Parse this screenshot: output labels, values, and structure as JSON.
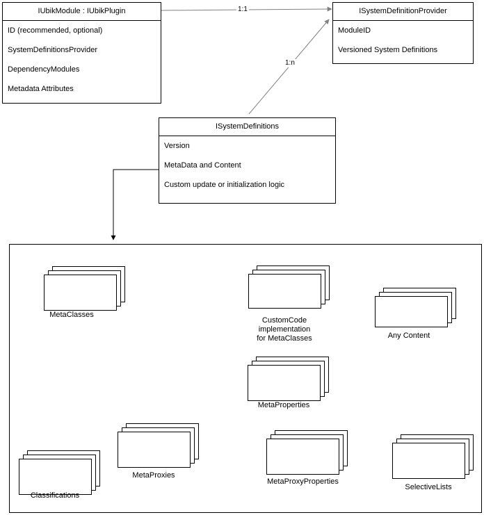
{
  "diagram": {
    "title": "Ubik module system definitions diagram",
    "classes": [
      {
        "id": "iubikmodule",
        "title": "IUbikModule : IUbikPlugin",
        "rows": [
          "ID (recommended, optional)",
          "SystemDefinitionsProvider",
          "DependencyModules",
          "Metadata Attributes"
        ]
      },
      {
        "id": "isystemdefinitionprovider",
        "title": "ISystemDefinitionProvider",
        "rows": [
          "ModuleID",
          "Versioned System Definitions"
        ]
      },
      {
        "id": "isystemdefinitions",
        "title": "ISystemDefinitions",
        "rows": [
          "Version",
          "MetaData and Content",
          "Custom update or initialization logic"
        ]
      }
    ],
    "edge_labels": [
      {
        "id": "one-to-one",
        "text": "1:1"
      },
      {
        "id": "one-to-n",
        "text": "1:n"
      }
    ],
    "stacks": [
      {
        "id": "metaclasses",
        "label": "MetaClasses"
      },
      {
        "id": "customcode",
        "label": "CustomCode\nimplementation\nfor MetaClasses"
      },
      {
        "id": "anycontent",
        "label": "Any Content"
      },
      {
        "id": "metaproperties",
        "label": "MetaProperties"
      },
      {
        "id": "classifications",
        "label": "Classifications"
      },
      {
        "id": "metaproxies",
        "label": "MetaProxies"
      },
      {
        "id": "metaproxyproperties",
        "label": "MetaProxyProperties"
      },
      {
        "id": "selectivelists",
        "label": "SelectiveLists"
      }
    ],
    "colors": {
      "stroke": "#000000",
      "gray_stroke": "#808080",
      "background": "#ffffff"
    }
  }
}
